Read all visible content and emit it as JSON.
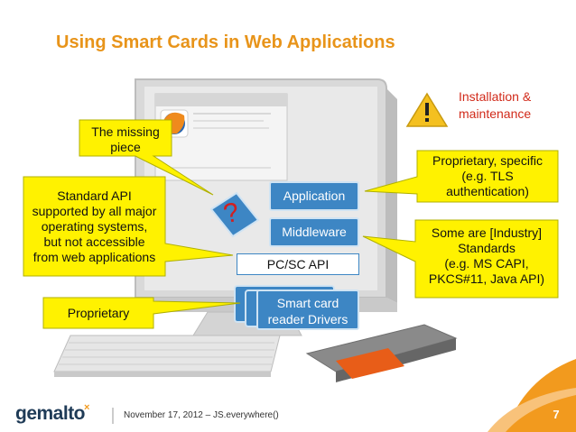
{
  "slide": {
    "title": "Using Smart Cards in Web Applications",
    "warning": {
      "icon": "warning-triangle-icon",
      "line1": "Installation &",
      "line2": "maintenance"
    },
    "callouts": {
      "missing_piece": {
        "line1": "The missing",
        "line2": "piece"
      },
      "standard_api": {
        "line1": "Standard API",
        "line2": "supported by all major",
        "line3": "operating systems,",
        "line4": "but not accessible",
        "line5": "from web applications"
      },
      "proprietary": {
        "line1": "Proprietary"
      },
      "proprietary_specific": {
        "line1": "Proprietary, specific",
        "line2": "(e.g. TLS",
        "line3": "authentication)"
      },
      "standards": {
        "line1": "Some are [Industry]",
        "line2": "Standards",
        "line3": "(e.g. MS CAPI,",
        "line4": "PKCS#11, Java API)"
      }
    },
    "stack": {
      "application": "Application",
      "middleware": "Middleware",
      "pcsc": "PC/SC API",
      "drivers_line1": "Smart card",
      "drivers_line2": "reader Drivers"
    },
    "question_mark": "?",
    "footer": {
      "logo": "gemalto",
      "logo_mark": "×",
      "date_line": "November 17, 2012 – JS.everywhere()",
      "page_number": "7"
    },
    "colors": {
      "title": "#e8941a",
      "callout_fill": "#fff200",
      "callout_border": "#b0b000",
      "stack_blue": "#3d86c4",
      "warning_text": "#d12a1a",
      "question_mark": "#d11f1f",
      "corner_orange": "#f29a1e"
    }
  }
}
